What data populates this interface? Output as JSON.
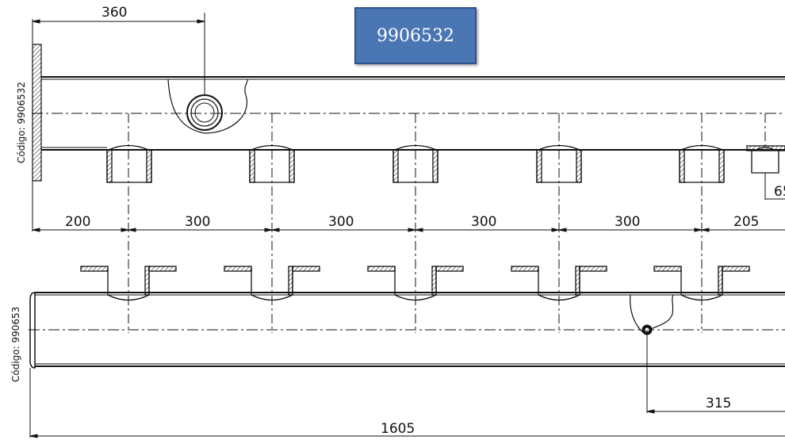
{
  "tag": {
    "code": "9906532"
  },
  "top_part": {
    "code_label": "Código: 9906532",
    "dim_flange_to_branch": "360",
    "dim_partial": "65"
  },
  "bottom_part": {
    "code_label": "Código: 990653",
    "dim_outlet": "315"
  },
  "spacing_dims": [
    "200",
    "300",
    "300",
    "300",
    "300",
    "205"
  ],
  "overall_length": "1605",
  "colors": {
    "tag_fill": "#4a76b4",
    "tag_border": "#2e5287",
    "line": "#111111"
  }
}
